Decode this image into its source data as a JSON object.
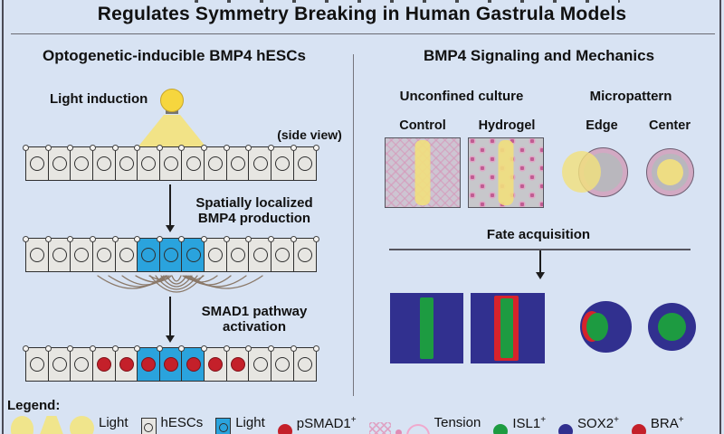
{
  "title": {
    "visible_line": "Regulates Symmetry Breaking in Human Gastrula Models"
  },
  "left_panel": {
    "header": "Optogenetic-inducible BMP4 hESCs",
    "light_induction": "Light induction",
    "side_view": "(side view)",
    "bmp4_step": {
      "line1": "Spatially localized",
      "line2": "BMP4 production"
    },
    "smad1_step": {
      "line1": "SMAD1 pathway",
      "line2": "activation"
    },
    "cell_rows": [
      {
        "cells": [
          "gray-empty",
          "gray-empty",
          "gray-empty",
          "gray-empty",
          "gray-empty",
          "gray-empty",
          "gray-empty",
          "gray-empty",
          "gray-empty",
          "gray-empty",
          "gray-empty",
          "gray-empty",
          "gray-empty"
        ]
      },
      {
        "cells": [
          "gray-empty",
          "gray-empty",
          "gray-empty",
          "gray-empty",
          "gray-empty",
          "blue-empty",
          "blue-empty",
          "blue-empty",
          "gray-empty",
          "gray-empty",
          "gray-empty",
          "gray-empty",
          "gray-empty"
        ]
      },
      {
        "cells": [
          "gray-empty",
          "gray-empty",
          "gray-empty",
          "gray-red",
          "gray-red",
          "blue-red",
          "blue-red",
          "blue-red",
          "gray-red",
          "gray-red",
          "gray-empty",
          "gray-empty",
          "gray-empty"
        ]
      }
    ]
  },
  "right_panel": {
    "header": "BMP4 Signaling and Mechanics",
    "unconfined": {
      "label": "Unconfined culture",
      "conditions": [
        "Control",
        "Hydrogel"
      ]
    },
    "micropattern": {
      "label": "Micropattern",
      "conditions": [
        "Edge",
        "Center"
      ]
    },
    "fate": "Fate acquisition"
  },
  "legend": {
    "heading": "Legend:",
    "items": [
      {
        "icons": [
          "bulb",
          "cone",
          "light-circle"
        ],
        "label": "Light",
        "sup": ""
      },
      {
        "icons": [
          "cell-gray"
        ],
        "label": "hESCs",
        "sup": ""
      },
      {
        "icons": [
          "cell-blue"
        ],
        "label": "Light",
        "sup": ""
      },
      {
        "icons": [
          "dot-red"
        ],
        "label": "pSMAD1",
        "sup": "+"
      },
      {
        "icons": [
          "hatch",
          "dot-pink",
          "ring-pink"
        ],
        "label": "Tension",
        "sup": ""
      },
      {
        "icons": [
          "dot-green"
        ],
        "label": "ISL1",
        "sup": "+"
      },
      {
        "icons": [
          "dot-navy"
        ],
        "label": "SOX2",
        "sup": "+"
      },
      {
        "icons": [
          "dot-red"
        ],
        "label": "BRA",
        "sup": "+"
      }
    ]
  },
  "colors": {
    "background": "#d8e3f3",
    "activated_cell_blue": "#2aa3dd",
    "psmad1_red": "#c4202a",
    "sox2_navy": "#31308f",
    "isl1_green": "#1d9b41",
    "bra_red": "#d7232b",
    "light_yellow": "#f2e07e",
    "tension_pink": "#d2a9c3",
    "cell_gray": "#e7e6e2"
  }
}
